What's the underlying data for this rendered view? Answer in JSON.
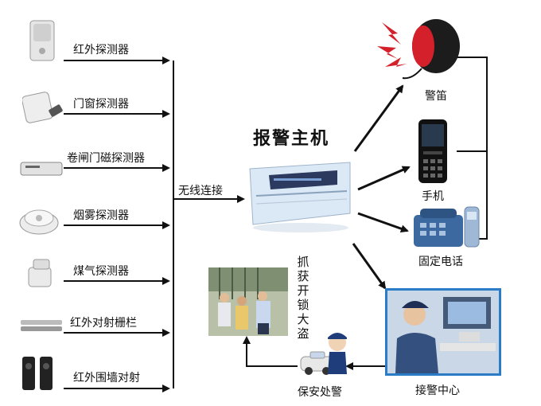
{
  "title": "报警主机",
  "detectors": [
    {
      "label": "红外探测器",
      "icon": "infrared-detector-icon"
    },
    {
      "label": "门窗探测器",
      "icon": "door-window-sensor-icon"
    },
    {
      "label": "卷闸门磁探测器",
      "icon": "rolling-door-magnetic-sensor-icon"
    },
    {
      "label": "烟雾探测器",
      "icon": "smoke-detector-icon"
    },
    {
      "label": "煤气探测器",
      "icon": "gas-detector-icon"
    },
    {
      "label": "红外对射栅栏",
      "icon": "infrared-beam-fence-icon"
    },
    {
      "label": "红外围墙对射",
      "icon": "infrared-wall-beam-icon"
    }
  ],
  "wireless_label": "无线连接",
  "outputs": {
    "siren": "警笛",
    "phone": "手机",
    "landline": "固定电话",
    "center": "接警中心",
    "guard": "保安处警"
  },
  "capture_text": "抓获开锁大盗",
  "colors": {
    "line": "#111111",
    "host_panel": "#dbe8f5",
    "host_display": "#2b3a5e",
    "siren": "#d4202a",
    "center_frame": "#2a7cc7"
  }
}
